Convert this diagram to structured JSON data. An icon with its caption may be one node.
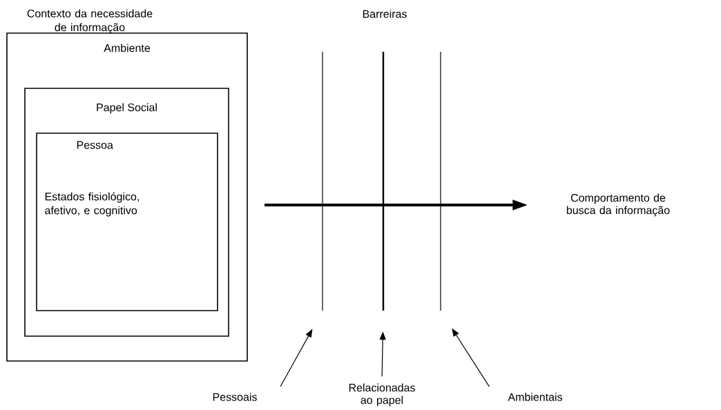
{
  "diagram": {
    "nodes": [
      {
        "text": [
          "Contexto da necessidade de informação",
          "Ambiente"
        ]
      },
      {
        "text": [
          "Papel Social"
        ],
        "in": 0
      },
      {
        "text": [
          "Pessoa",
          "Estados fisiológico, afetivo, e cognitivo"
        ],
        "in": 1
      },
      {
        "text": [
          "Comportamento de busca da informação"
        ]
      },
      {
        "text": [
          "Pessoais"
        ]
      },
      {
        "text": [
          "Relacionadas ao papel"
        ]
      },
      {
        "text": [
          "Ambientais"
        ]
      },
      {
        "text": [],
        "shape": "bar"
      },
      {
        "text": [],
        "shape": "bar"
      },
      {
        "text": [],
        "shape": "bar"
      }
    ],
    "edges": [
      {
        "from": null,
        "to": 3,
        "arrow": "to",
        "style": "thick"
      },
      {
        "from": 4,
        "to": 7,
        "arrow": "to"
      },
      {
        "from": 5,
        "to": 8,
        "arrow": "to"
      },
      {
        "from": 6,
        "to": 9,
        "arrow": "to"
      }
    ],
    "labels": [
      "Barreiras"
    ]
  }
}
